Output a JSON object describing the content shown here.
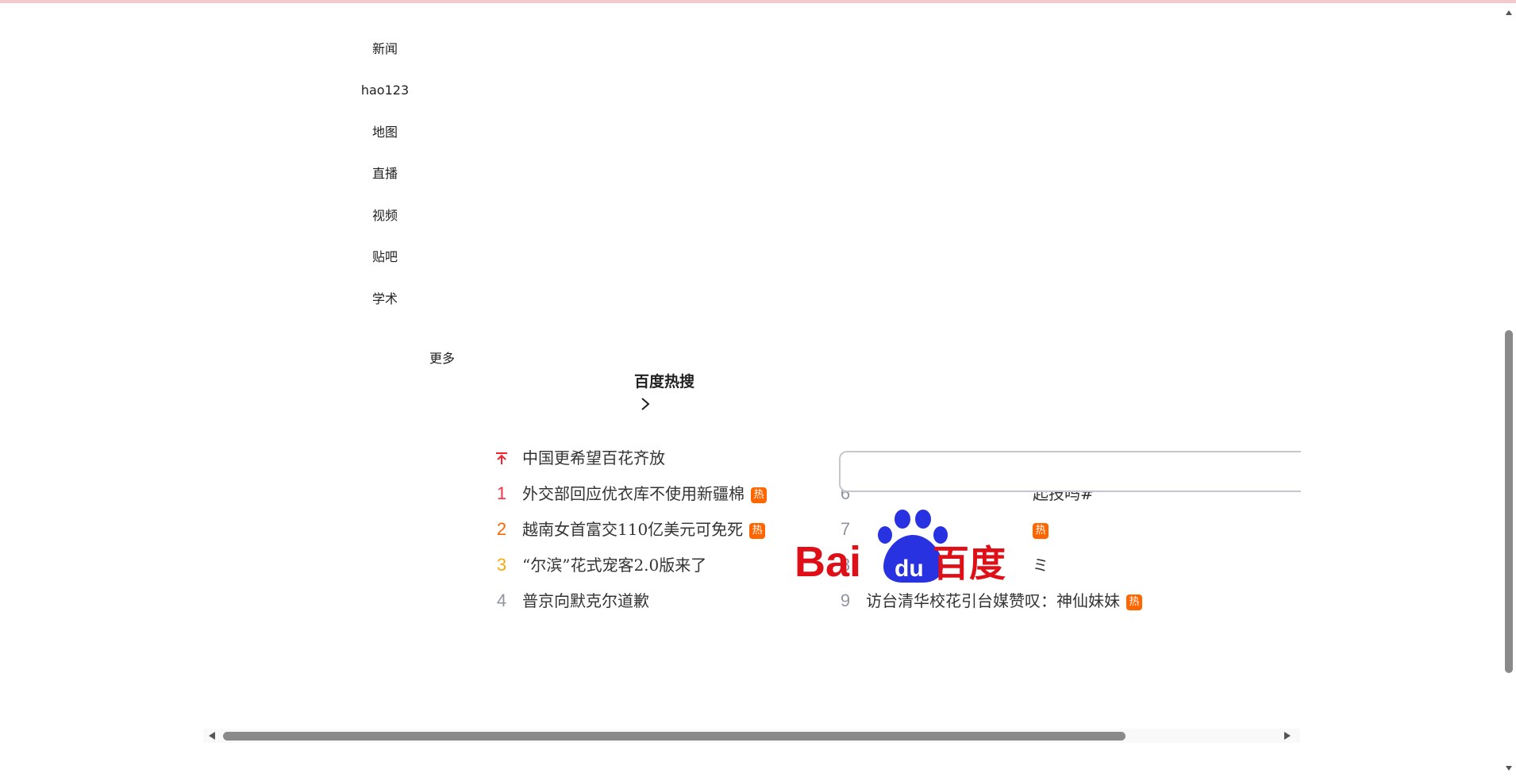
{
  "nav": {
    "items": [
      {
        "label": "新闻"
      },
      {
        "label": "hao123"
      },
      {
        "label": "地图"
      },
      {
        "label": "直播"
      },
      {
        "label": "视频"
      },
      {
        "label": "贴吧"
      },
      {
        "label": "学术"
      }
    ],
    "more_label": "更多"
  },
  "hot_search": {
    "title": "百度热搜",
    "badge_label": "热",
    "left_column": [
      {
        "rank": "",
        "text": "中国更希望百花齐放",
        "hot": false,
        "pinned": true
      },
      {
        "rank": "1",
        "text": "外交部回应优衣库不使用新疆棉",
        "hot": true
      },
      {
        "rank": "2",
        "text": "越南女首富交110亿美元可免死",
        "hot": true
      },
      {
        "rank": "3",
        "text": "“尔滨”花式宠客2.0版来了",
        "hot": false
      },
      {
        "rank": "4",
        "text": "普京向默克尔道歉",
        "hot": false
      }
    ],
    "right_column": [
      {
        "rank": "6",
        "text": "起技吗#",
        "hot": false
      },
      {
        "rank": "7",
        "text": "",
        "hot": true
      },
      {
        "rank": "8",
        "text": "ミ",
        "hot": false
      },
      {
        "rank": "9",
        "text": "访台清华校花引台媒赞叹：神仙妹妹",
        "hot": true
      }
    ]
  },
  "search": {
    "value": "",
    "placeholder": ""
  },
  "logo": {
    "text_bai": "Bai",
    "text_du": "du",
    "text_cn": "百度",
    "brand_red": "#de0f17",
    "brand_blue": "#2932e1"
  },
  "colors": {
    "accent_top_bar": "#f2c9cc",
    "hot_badge": "#ff6600",
    "rank_1": "#fe2d46",
    "rank_2": "#ff6600",
    "rank_3": "#faa90e",
    "rank_rest": "#9195a3",
    "scroll_thumb": "#8a8a8a"
  }
}
